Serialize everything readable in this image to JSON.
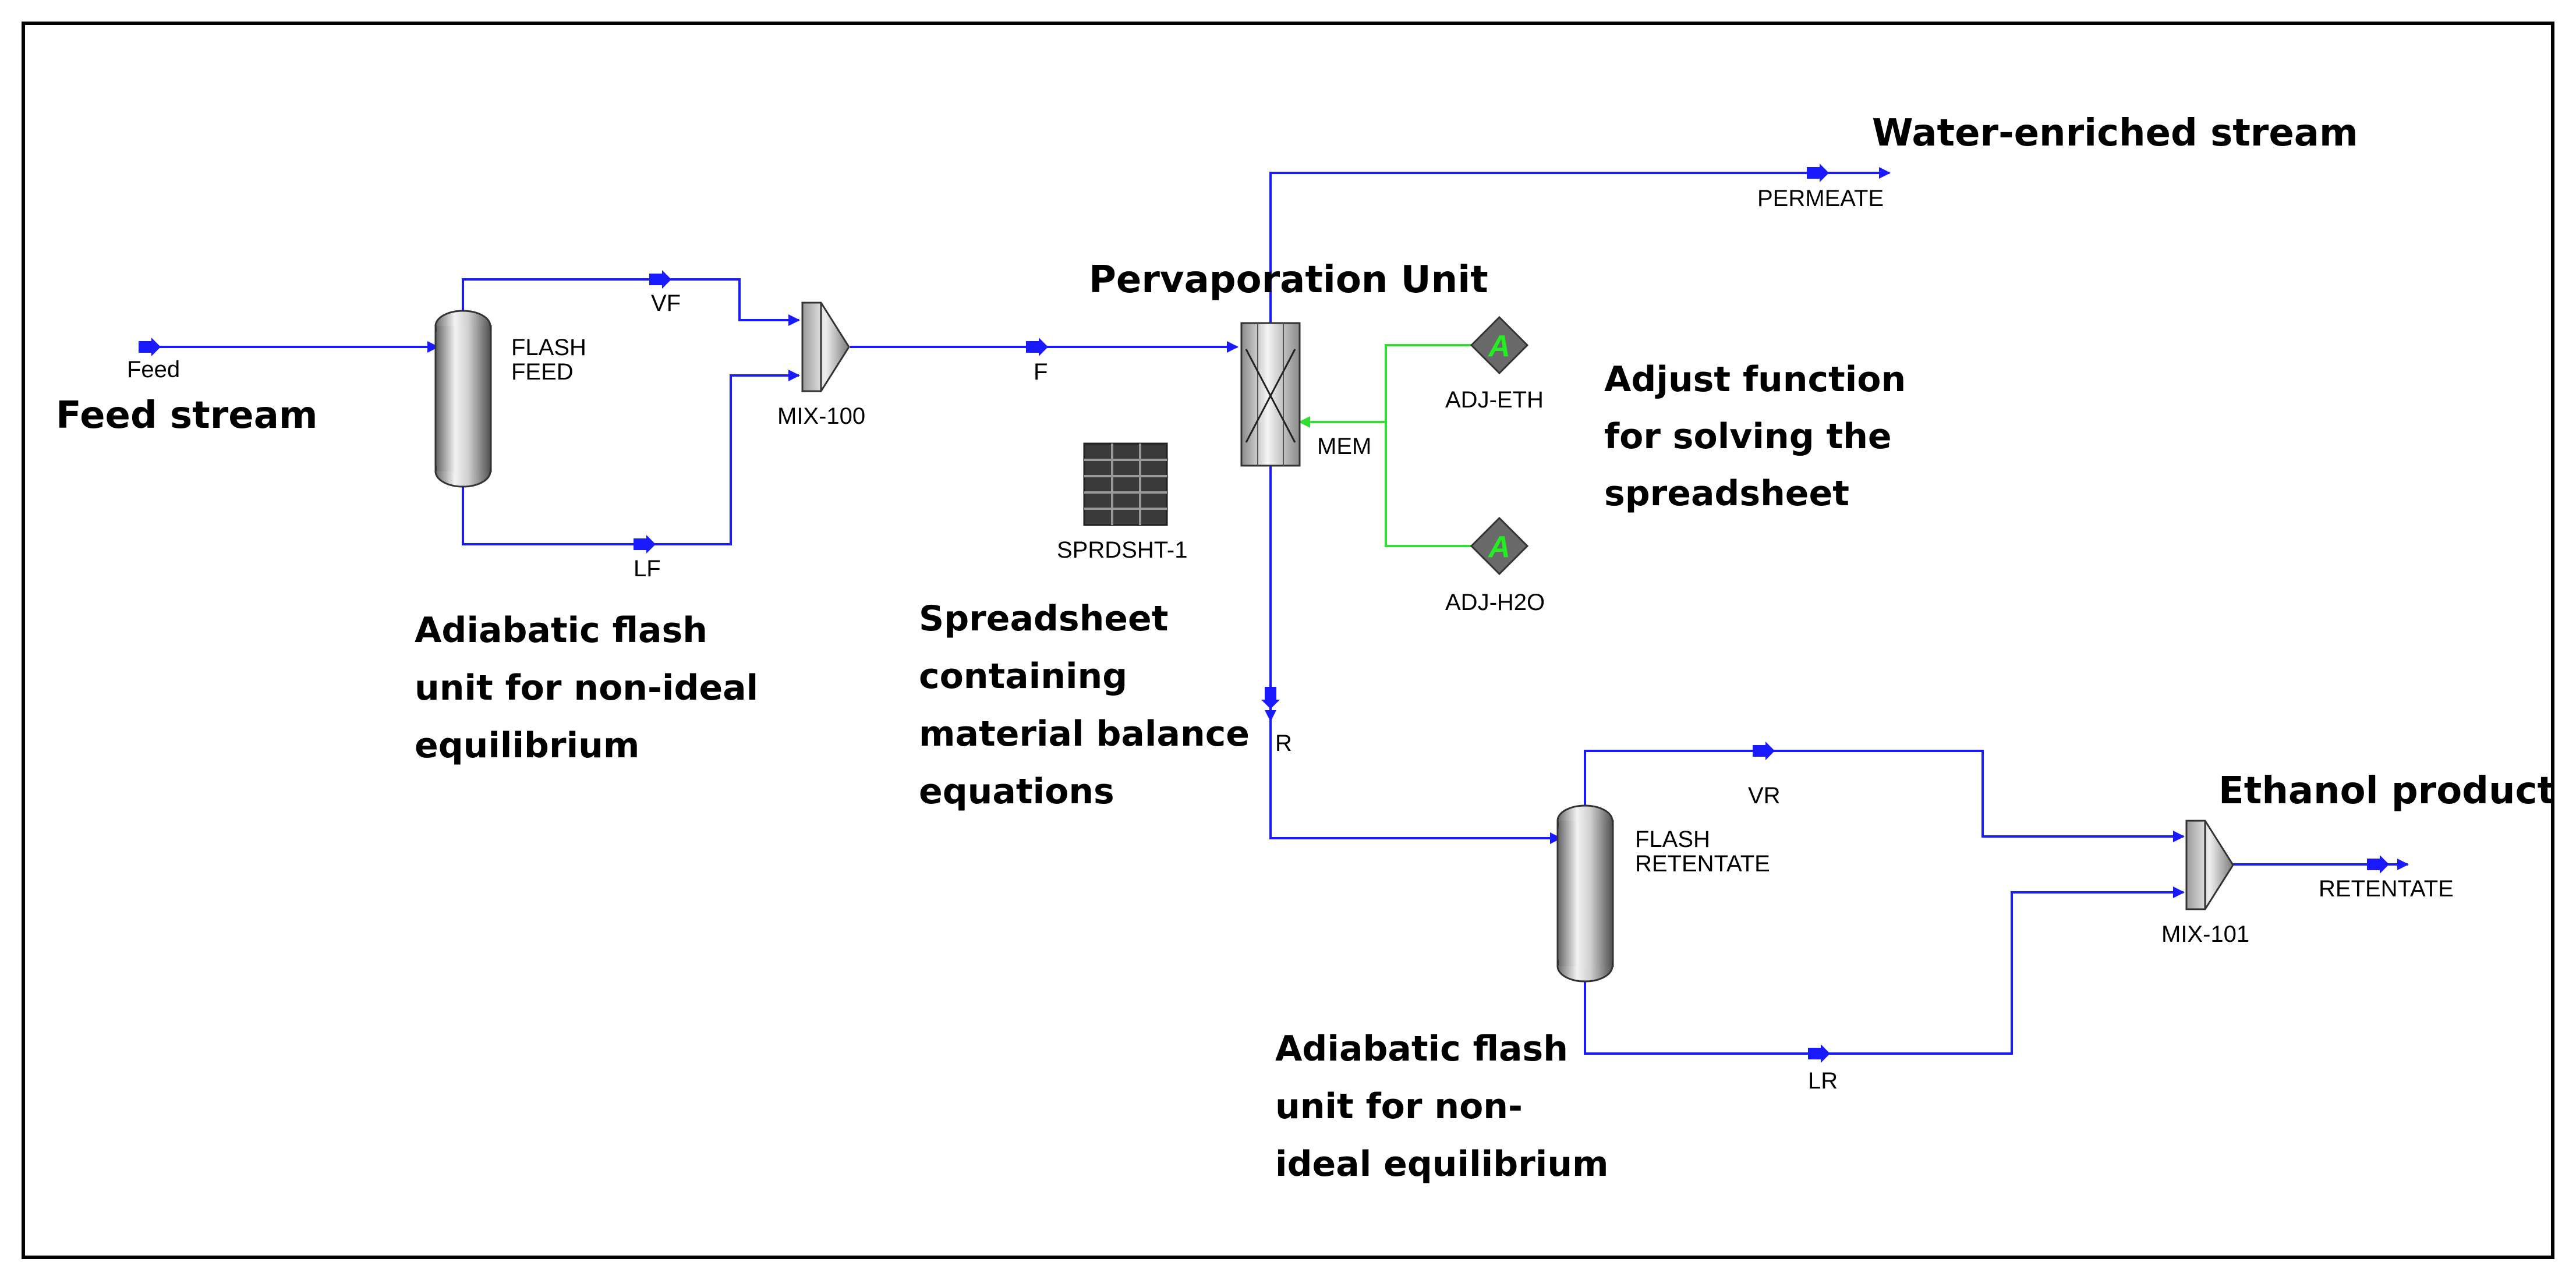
{
  "streams": {
    "feed": "Feed",
    "vf": "VF",
    "lf": "LF",
    "f": "F",
    "permeate": "PERMEATE",
    "mem": "MEM",
    "r": "R",
    "vr": "VR",
    "lr": "LR",
    "retentate": "RETENTATE"
  },
  "units": {
    "flash_feed_line1": "FLASH",
    "flash_feed_line2": "FEED",
    "mix100": "MIX-100",
    "spreadsheet": "SPRDSHT-1",
    "adj_eth": "ADJ-ETH",
    "adj_h2o": "ADJ-H2O",
    "flash_ret_line1": "FLASH",
    "flash_ret_line2": "RETENTATE",
    "mix101": "MIX-101",
    "adjust_glyph": "A"
  },
  "annotations": {
    "feed_stream": "Feed stream",
    "water_enriched": "Water-enriched stream",
    "pervaporation": "Pervaporation Unit",
    "adjust_fn": [
      "Adjust function",
      "for solving the",
      "spreadsheet"
    ],
    "flash_feed_note": [
      "Adiabatic flash",
      "unit for non-ideal",
      "equilibrium"
    ],
    "spreadsheet_note": [
      "Spreadsheet",
      "containing",
      "material balance",
      "equations"
    ],
    "ethanol_product": "Ethanol product",
    "flash_ret_note": [
      "Adiabatic flash",
      "unit for non-",
      "ideal equilibrium"
    ]
  },
  "colors": {
    "material_stream": "#1a1aff",
    "signal_line": "#33dd33",
    "adjust_letter": "#22ee22",
    "border": "#000000"
  }
}
